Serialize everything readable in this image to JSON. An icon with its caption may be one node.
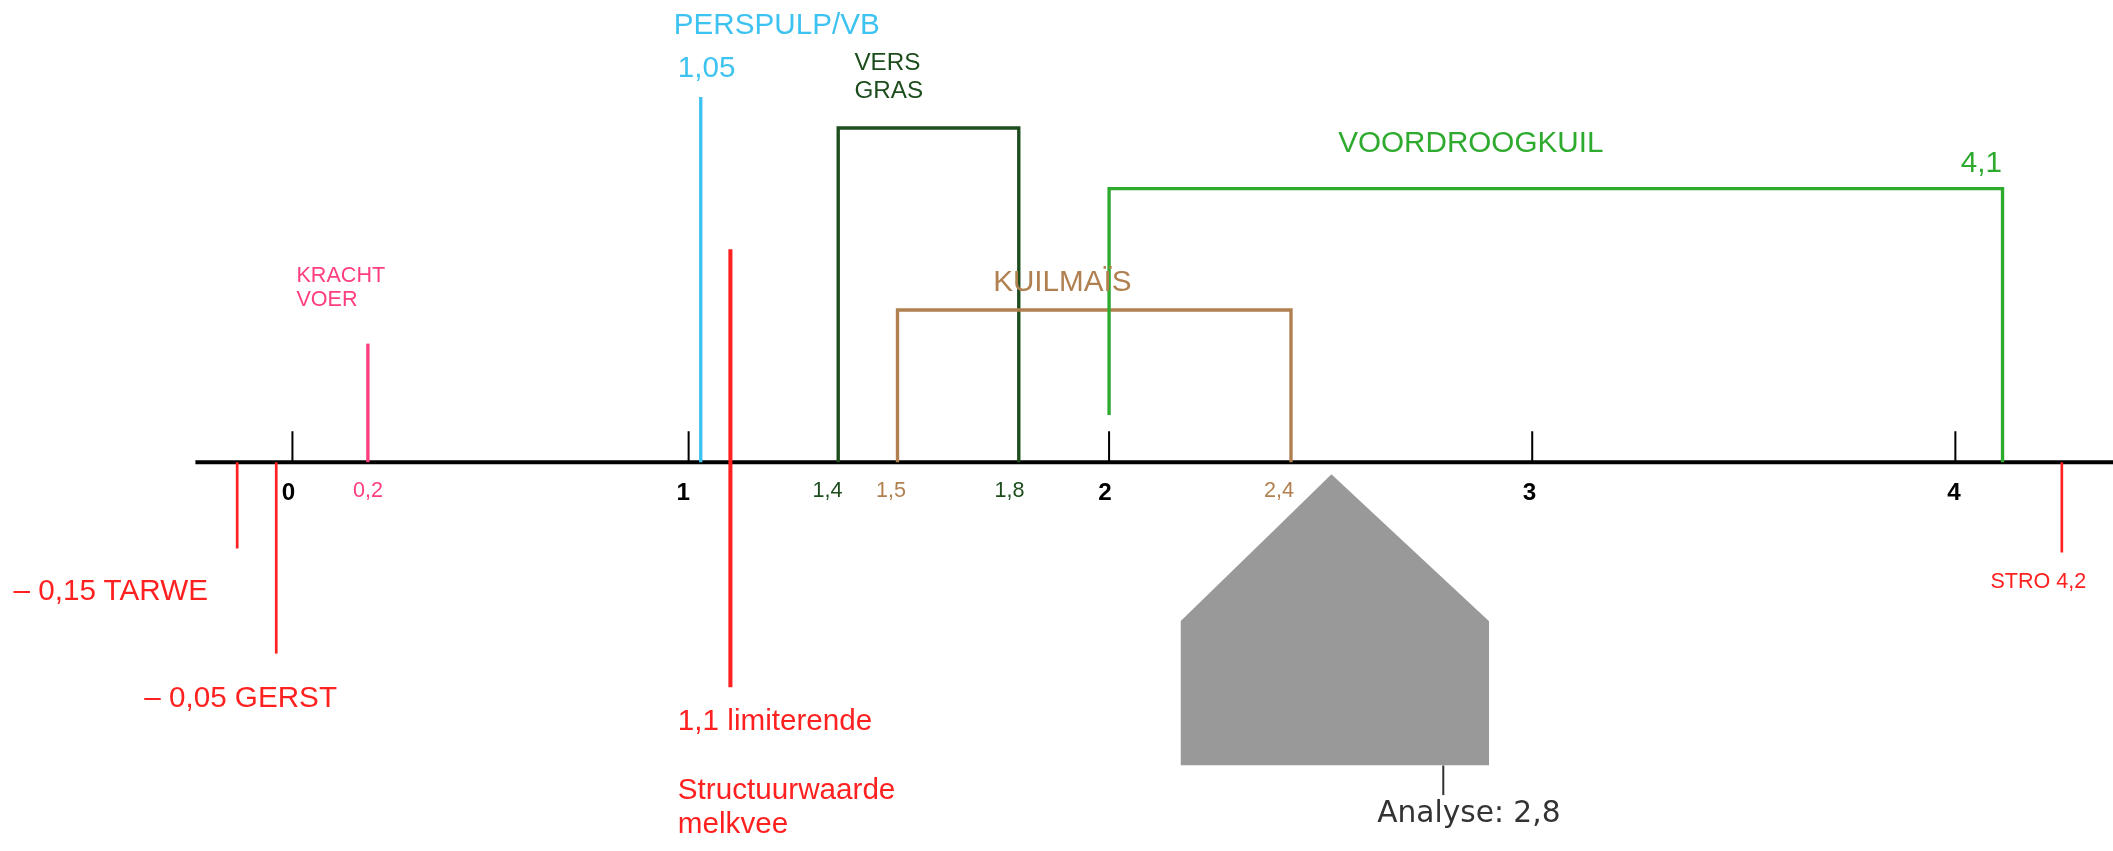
{
  "diagram": {
    "nodes": [
      {
        "text": [],
        "shape": "pentagon"
      },
      {
        "text": [
          "Analyse: 2,8"
        ]
      }
    ],
    "edges": [
      {
        "from": 1,
        "to": 0,
        "arrow": "none"
      }
    ],
    "labels": [
      "PERSPULP/VB",
      "1,05",
      "VERS GRAS",
      "VOORDROOGKUIL",
      "4,1",
      "KRACHT VOER",
      "KUILMAÏS",
      "0",
      "0,2",
      "1",
      "1,4",
      "1,5",
      "1,8",
      "2",
      "2,4",
      "3",
      "4",
      "– 0,15 TARWE",
      "STRO 4,2",
      "– 0,05 GERST",
      "1,1 limiterende",
      "Structuurwaarde melkvee"
    ]
  }
}
